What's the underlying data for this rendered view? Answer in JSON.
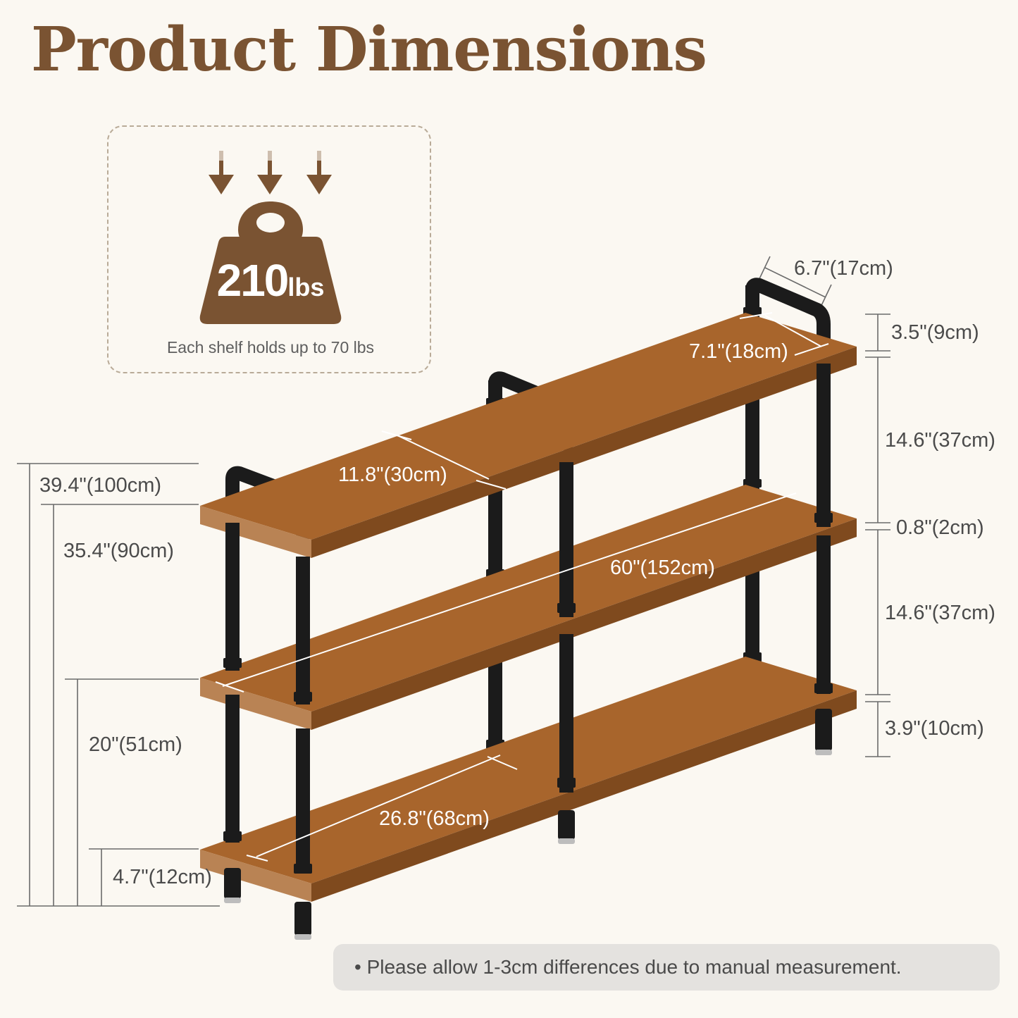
{
  "title": "Product Dimensions",
  "capacity": {
    "weight_number": "210",
    "weight_unit": "lbs",
    "caption": "Each shelf holds up to 70 lbs"
  },
  "dimensions": {
    "depth_top": "6.7\"(17cm)",
    "shelf_depth": "7.1\"(18cm)",
    "top_rail_height": "3.5\"(9cm)",
    "upper_gap": "14.6\"(37cm)",
    "shelf_thickness": "0.8\"(2cm)",
    "lower_gap": "14.6\"(37cm)",
    "foot_height": "3.9\"(10cm)",
    "total_height": "39.4\"(100cm)",
    "top_shelf_height": "35.4\"(90cm)",
    "middle_shelf_height": "20\"(51cm)",
    "bottom_shelf_height": "4.7\"(12cm)",
    "pipe_spacing": "11.8\"(30cm)",
    "total_width": "60\"(152cm)",
    "section_width": "26.8\"(68cm)"
  },
  "note": "• Please allow 1-3cm differences due to manual measurement.",
  "colors": {
    "brand_brown": "#7a5332",
    "wood": "#a8652c",
    "pipe": "#1b1b1b",
    "background": "#fbf8f2"
  },
  "icons": [
    "down-arrow-icon",
    "weight-icon"
  ]
}
